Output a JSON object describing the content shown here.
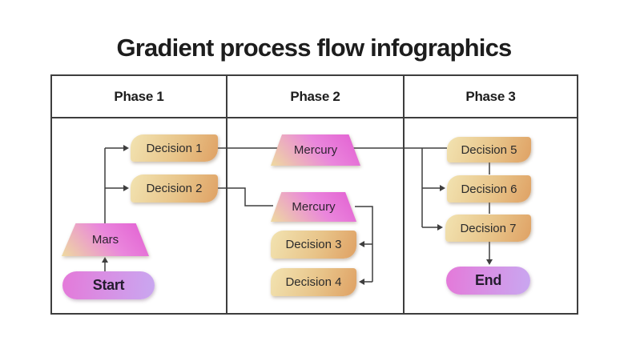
{
  "title": "Gradient process flow infographics",
  "phases": [
    {
      "label": "Phase 1"
    },
    {
      "label": "Phase 2"
    },
    {
      "label": "Phase 3"
    }
  ],
  "nodes": {
    "start": {
      "label": "Start",
      "shape": "terminator"
    },
    "mars": {
      "label": "Mars",
      "shape": "trapezoid"
    },
    "decision1": {
      "label": "Decision 1",
      "shape": "card"
    },
    "decision2": {
      "label": "Decision 2",
      "shape": "card"
    },
    "mercury1": {
      "label": "Mercury",
      "shape": "trapezoid"
    },
    "mercury2": {
      "label": "Mercury",
      "shape": "trapezoid"
    },
    "decision3": {
      "label": "Decision 3",
      "shape": "card"
    },
    "decision4": {
      "label": "Decision 4",
      "shape": "card"
    },
    "decision5": {
      "label": "Decision 5",
      "shape": "card"
    },
    "decision6": {
      "label": "Decision 6",
      "shape": "card"
    },
    "decision7": {
      "label": "Decision 7",
      "shape": "card"
    },
    "end": {
      "label": "End",
      "shape": "terminator"
    }
  },
  "edges": [
    {
      "from": "start",
      "to": "mars",
      "arrow": true
    },
    {
      "from": "mars",
      "to": "decision1",
      "arrow": true
    },
    {
      "from": "mars",
      "to": "decision2",
      "arrow": true
    },
    {
      "from": "decision1",
      "to": "decision5",
      "via": "mercury1",
      "arrow": false
    },
    {
      "from": "decision2",
      "to": "mercury2",
      "arrow": false
    },
    {
      "from": "mercury2",
      "to": "decision3",
      "arrow": true
    },
    {
      "from": "mercury2",
      "to": "decision4",
      "arrow": true
    },
    {
      "from": "mercury1",
      "to": "decision6",
      "arrow": true
    },
    {
      "from": "mercury1",
      "to": "decision7",
      "arrow": true
    },
    {
      "from": "decision5",
      "to": "decision6",
      "arrow": false
    },
    {
      "from": "decision6",
      "to": "decision7",
      "arrow": false
    },
    {
      "from": "decision7",
      "to": "end",
      "arrow": true
    }
  ],
  "colors": {
    "card_gradient_start": "#f2e3b1",
    "card_gradient_end": "#dfa164",
    "trapezoid_gradient_start": "#eeda9f",
    "trapezoid_gradient_end": "#e25ed2",
    "terminator_gradient_start": "#e479d9",
    "terminator_gradient_end": "#c9a7f0",
    "line": "#3e3e3e",
    "border": "#3e3e3e",
    "title_text": "#1d1d1d"
  }
}
